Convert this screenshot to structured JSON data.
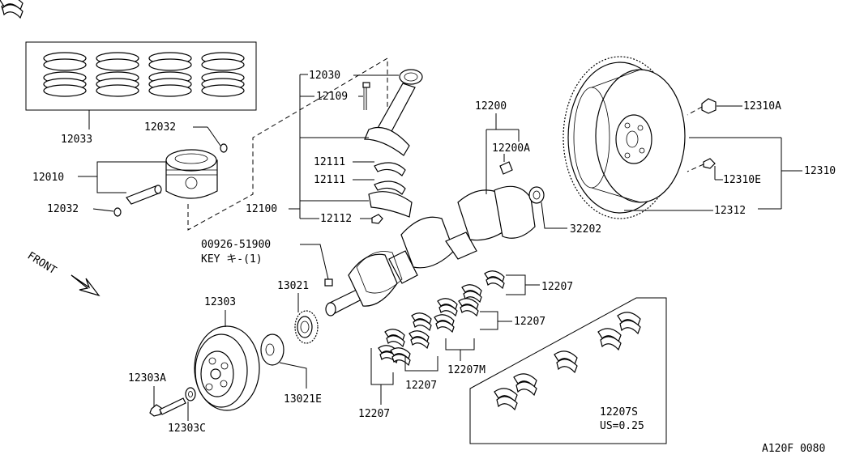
{
  "diagram": {
    "code": "A120F 0080",
    "front_label": "FRONT",
    "labels": {
      "p12033": "12033",
      "p12032a": "12032",
      "p12010": "12010",
      "p12032b": "12032",
      "p12030": "12030",
      "p12109": "12109",
      "p12111a": "12111",
      "p12111b": "12111",
      "p12100": "12100",
      "p12112": "12112",
      "p12200": "12200",
      "p12200a": "12200A",
      "p32202": "32202",
      "p12310a": "12310A",
      "p12310": "12310",
      "p12310e": "12310E",
      "p12312": "12312",
      "p00926": "00926-51900",
      "key": "KEY キ-(1)",
      "p13021": "13021",
      "p12303": "12303",
      "p12303a": "12303A",
      "p12303c": "12303C",
      "p13021e": "13021E",
      "p12207a": "12207",
      "p12207b": "12207",
      "p12207c": "12207",
      "p12207d": "12207",
      "p12207m": "12207M",
      "p12207s": "12207S",
      "us": "US=0.25"
    }
  }
}
